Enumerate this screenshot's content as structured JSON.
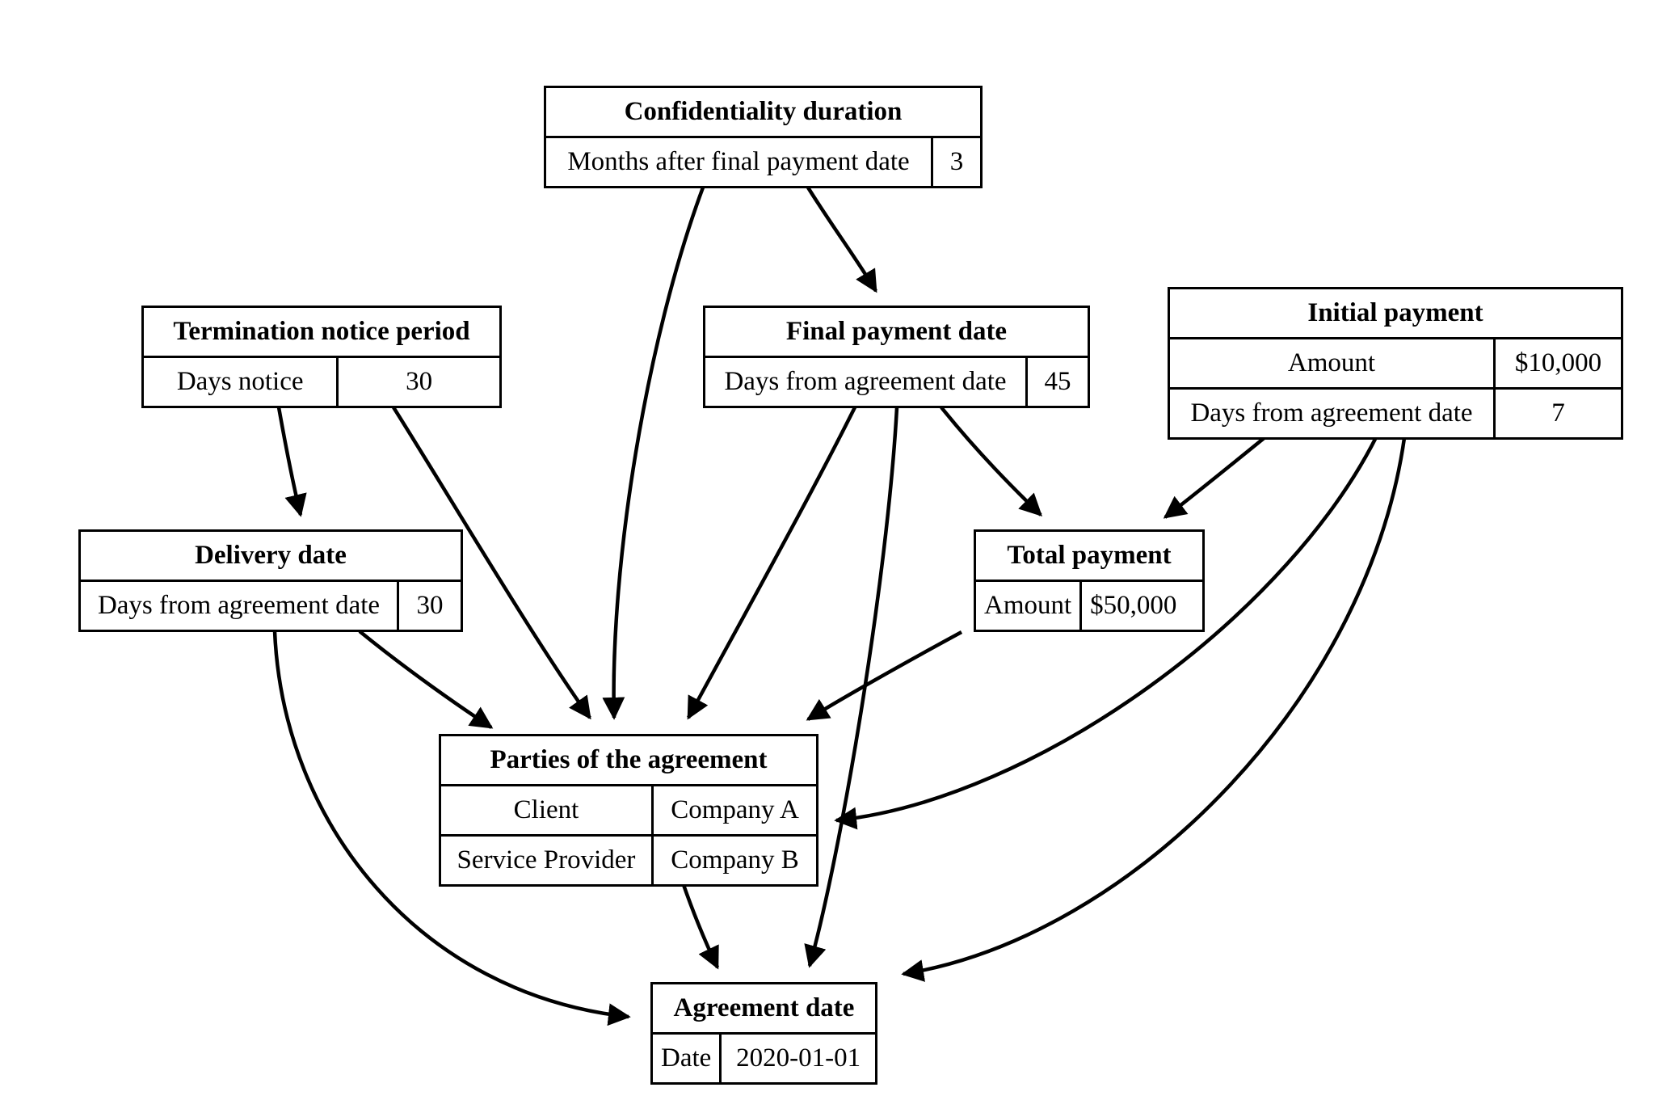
{
  "diagram": {
    "type": "directed-graph",
    "background_color": "#ffffff",
    "line_color": "#000000",
    "nodes": [
      {
        "id": "confidentiality-duration",
        "title": "Confidentiality duration",
        "rows": [
          {
            "key": "Months after final payment date",
            "value": "3"
          }
        ]
      },
      {
        "id": "termination-notice-period",
        "title": "Termination notice period",
        "rows": [
          {
            "key": "Days notice",
            "value": "30"
          }
        ]
      },
      {
        "id": "final-payment-date",
        "title": "Final payment date",
        "rows": [
          {
            "key": "Days from agreement date",
            "value": "45"
          }
        ]
      },
      {
        "id": "initial-payment",
        "title": "Initial payment",
        "rows": [
          {
            "key": "Amount",
            "value": "$10,000"
          },
          {
            "key": "Days from agreement date",
            "value": "7"
          }
        ]
      },
      {
        "id": "delivery-date",
        "title": "Delivery date",
        "rows": [
          {
            "key": "Days from agreement date",
            "value": "30"
          }
        ]
      },
      {
        "id": "total-payment",
        "title": "Total payment",
        "rows": [
          {
            "key": "Amount",
            "value": "$50,000"
          }
        ]
      },
      {
        "id": "parties-of-the-agreement",
        "title": "Parties of the agreement",
        "rows": [
          {
            "key": "Client",
            "value": "Company A"
          },
          {
            "key": "Service Provider",
            "value": "Company B"
          }
        ]
      },
      {
        "id": "agreement-date",
        "title": "Agreement date",
        "rows": [
          {
            "key": "Date",
            "value": "2020-01-01"
          }
        ]
      }
    ],
    "edges": [
      {
        "from": "confidentiality-duration",
        "to": "final-payment-date"
      },
      {
        "from": "confidentiality-duration",
        "to": "parties-of-the-agreement"
      },
      {
        "from": "termination-notice-period",
        "to": "delivery-date"
      },
      {
        "from": "termination-notice-period",
        "to": "parties-of-the-agreement"
      },
      {
        "from": "final-payment-date",
        "to": "total-payment"
      },
      {
        "from": "final-payment-date",
        "to": "parties-of-the-agreement"
      },
      {
        "from": "final-payment-date",
        "to": "agreement-date"
      },
      {
        "from": "initial-payment",
        "to": "total-payment"
      },
      {
        "from": "initial-payment",
        "to": "parties-of-the-agreement"
      },
      {
        "from": "initial-payment",
        "to": "agreement-date"
      },
      {
        "from": "delivery-date",
        "to": "parties-of-the-agreement"
      },
      {
        "from": "delivery-date",
        "to": "agreement-date"
      },
      {
        "from": "total-payment",
        "to": "parties-of-the-agreement"
      },
      {
        "from": "parties-of-the-agreement",
        "to": "agreement-date"
      }
    ]
  }
}
